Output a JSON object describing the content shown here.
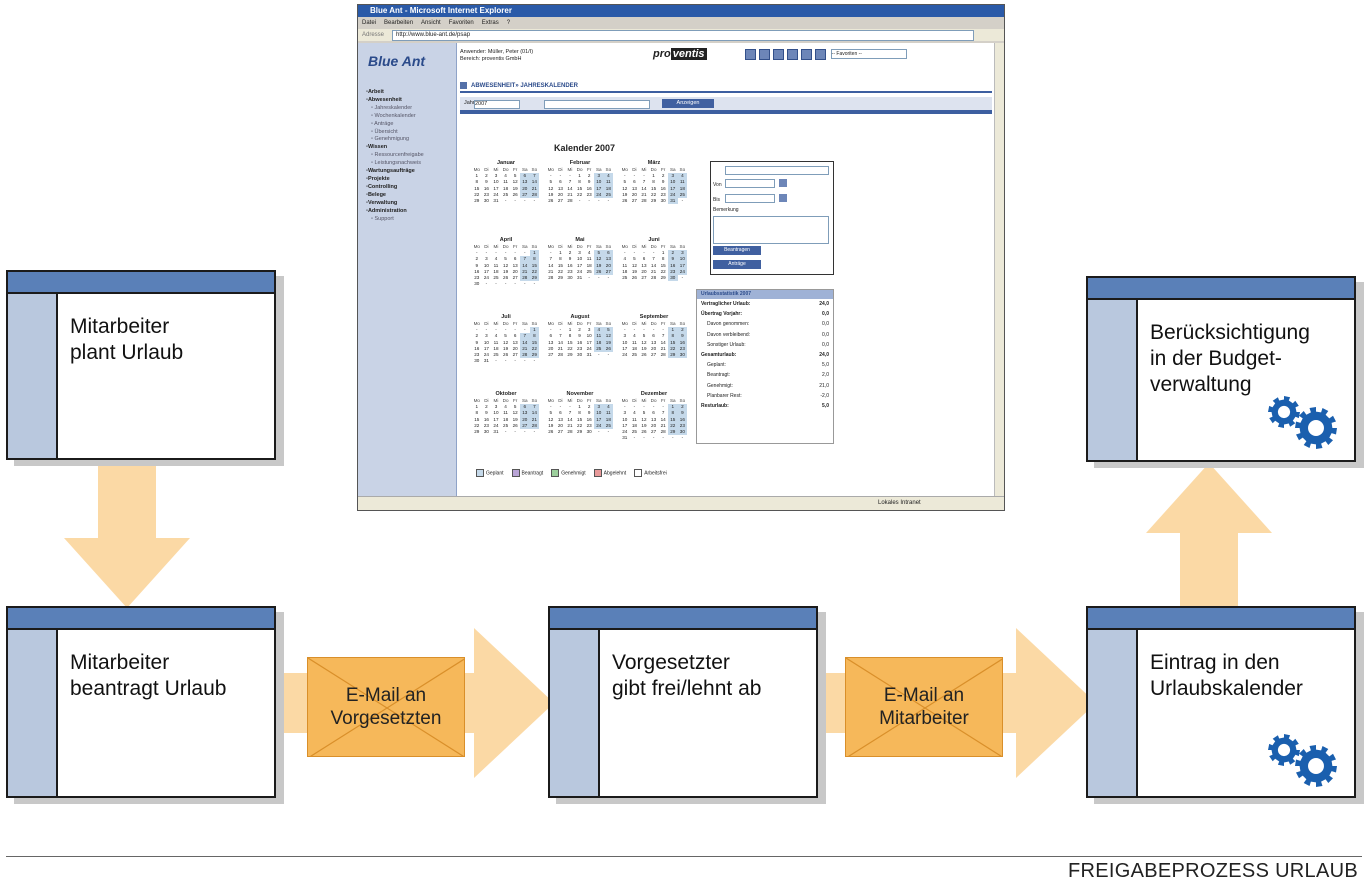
{
  "steps": {
    "plan": "Mitarbeiter\nplant Urlaub",
    "request": "Mitarbeiter\nbeantragt Urlaub",
    "approve": "Vorgesetzter\ngibt frei/lehnt ab",
    "calendar": "Eintrag in den\nUrlaubskalender",
    "budget": "Berücksichtigung\nin der Budget-\nverwaltung"
  },
  "emails": {
    "to_manager": "E-Mail an\nVorgesetzten",
    "to_employee": "E-Mail an\nMitarbeiter"
  },
  "footer_title": "FREIGABEPROZESS URLAUB",
  "colors": {
    "window_bar": "#5a80b8",
    "window_side": "#b9c8de",
    "arrow": "#fbd9a5",
    "envelope": "#f6b85a",
    "gear": "#1a5fae"
  },
  "screenshot": {
    "window_title": "Blue Ant - Microsoft Internet Explorer",
    "menu": [
      "Datei",
      "Bearbeiten",
      "Ansicht",
      "Favoriten",
      "Extras",
      "?"
    ],
    "address_label": "Adresse",
    "address": "http://www.blue-ant.de/psap",
    "status_right": "Lokales Intranet",
    "logo": "Blue Ant",
    "header_line1": "Anwender: Müller, Peter (01/I)",
    "header_line2": "Bereich: proventis GmbH",
    "brand_a": "pro",
    "brand_b": "ventis",
    "favorites": "-- Favoriten --",
    "nav": [
      {
        "label": "Arbeit",
        "level": 0
      },
      {
        "label": "Abwesenheit",
        "level": 0
      },
      {
        "label": "Jahreskalender",
        "level": 1
      },
      {
        "label": "Wochenkalender",
        "level": 1
      },
      {
        "label": "Anträge",
        "level": 1
      },
      {
        "label": "Übersicht",
        "level": 1
      },
      {
        "label": "Genehmigung",
        "level": 1
      },
      {
        "label": "Wissen",
        "level": 0
      },
      {
        "label": "Ressourcenfreigabe",
        "level": 1
      },
      {
        "label": "Leistungsnachweis",
        "level": 1
      },
      {
        "label": "Wartungsaufträge",
        "level": 0
      },
      {
        "label": "Projekte",
        "level": 0
      },
      {
        "label": "Controlling",
        "level": 0
      },
      {
        "label": "Belege",
        "level": 0
      },
      {
        "label": "Verwaltung",
        "level": 0
      },
      {
        "label": "Administration",
        "level": 0
      },
      {
        "label": "Support",
        "level": 1
      }
    ],
    "breadcrumb": "ABWESENHEIT» JAHRESKALENDER",
    "year_label": "Jahr",
    "year_value": "2007",
    "show_button": "Anzeigen",
    "calendar_title": "Kalender 2007",
    "weekdays": [
      "Mo",
      "Di",
      "Mi",
      "Do",
      "Fr",
      "Sa",
      "So"
    ],
    "months": [
      "Januar",
      "Februar",
      "März",
      "April",
      "Mai",
      "Juni",
      "Juli",
      "August",
      "September",
      "Oktober",
      "November",
      "Dezember"
    ],
    "form": {
      "from": "Von",
      "to": "Bis",
      "remark": "Bemerkung",
      "request_button": "Beantragen",
      "requests_button": "Anträge"
    },
    "stats_title": "Urlaubsstatistik 2007",
    "stats": [
      {
        "label": "Vertraglicher Urlaub:",
        "value": "24,0",
        "bold": true
      },
      {
        "label": "Übertrag Vorjahr:",
        "value": "0,0",
        "bold": true
      },
      {
        "label": "Davon genommen:",
        "value": "0,0",
        "bold": false
      },
      {
        "label": "Davon verbleibend:",
        "value": "0,0",
        "bold": false
      },
      {
        "label": "Sonstiger Urlaub:",
        "value": "0,0",
        "bold": false
      },
      {
        "label": "Gesamturlaub:",
        "value": "24,0",
        "bold": true
      },
      {
        "label": "Geplant:",
        "value": "5,0",
        "bold": false
      },
      {
        "label": "Beantragt:",
        "value": "2,0",
        "bold": false
      },
      {
        "label": "Genehmigt:",
        "value": "21,0",
        "bold": false
      },
      {
        "label": "Planbarer Rest:",
        "value": "-2,0",
        "bold": false
      },
      {
        "label": "Resturlaub:",
        "value": "5,0",
        "bold": true
      }
    ],
    "legend": [
      "Geplant",
      "Beantragt",
      "Genehmigt",
      "Abgelehnt",
      "Arbeitsfrei"
    ]
  }
}
